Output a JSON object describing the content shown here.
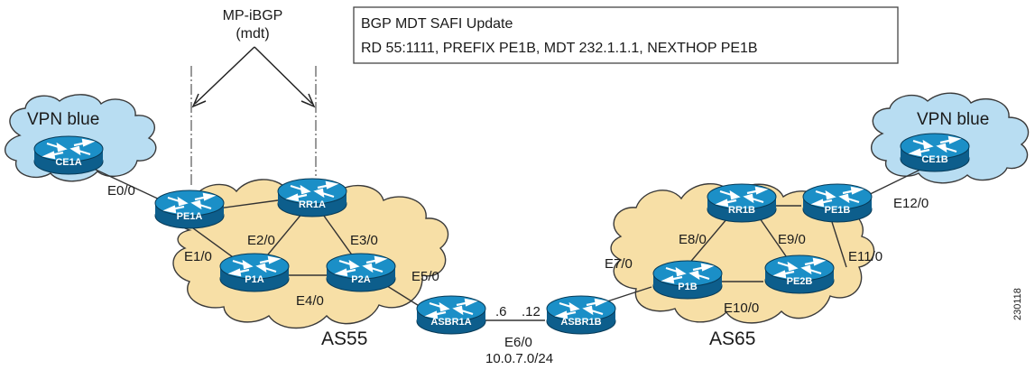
{
  "diagram": {
    "title_box": {
      "line1": "BGP MDT SAFI Update",
      "line2": "RD 55:1111, PREFIX PE1B, MDT 232.1.1.1, NEXTHOP PE1B"
    },
    "mp_ibgp": {
      "line1": "MP-iBGP",
      "line2": "(mdt)"
    },
    "clouds": {
      "vpn_left": "VPN blue",
      "vpn_right": "VPN blue",
      "as_left": "AS55",
      "as_right": "AS65"
    },
    "routers": {
      "ce1a": "CE1A",
      "pe1a": "PE1A",
      "rr1a": "RR1A",
      "p1a": "P1A",
      "p2a": "P2A",
      "asbr1a": "ASBR1A",
      "asbr1b": "ASBR1B",
      "p1b": "P1B",
      "rr1b": "RR1B",
      "pe1b": "PE1B",
      "pe2b": "PE2B",
      "ce1b": "CE1B"
    },
    "interfaces": {
      "e0": "E0/0",
      "e1": "E1/0",
      "e2": "E2/0",
      "e3": "E3/0",
      "e4": "E4/0",
      "e5": "E5/0",
      "e6": "E6/0",
      "e7": "E7/0",
      "e8": "E8/0",
      "e9": "E9/0",
      "e10": "E10/0",
      "e11": "E11/0",
      "e12": "E12/0"
    },
    "link": {
      "left_addr": ".6",
      "right_addr": ".12",
      "subnet": "10.0.7.0/24"
    },
    "figure_id": "230118",
    "colors": {
      "vpn_cloud": "#b8ddf2",
      "as_cloud": "#f7dfa6",
      "router_body": "#1b8fc7",
      "router_dark": "#0d5e8c"
    }
  }
}
